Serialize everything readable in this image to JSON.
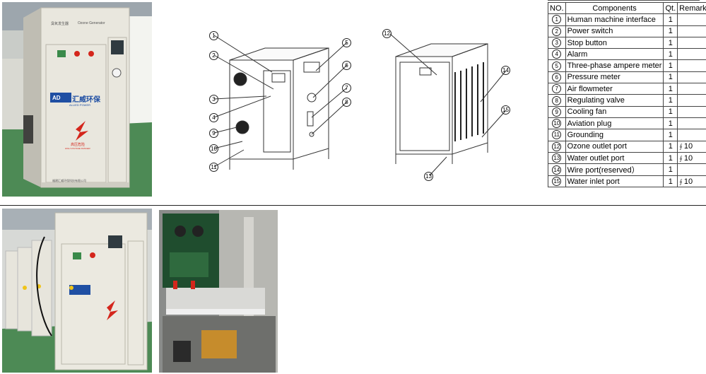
{
  "table": {
    "headers": {
      "no": "NO.",
      "components": "Components",
      "qt": "Qt.",
      "remark": "Remark"
    },
    "rows": [
      {
        "no": "1",
        "name": "Human machine interface",
        "qt": "1",
        "remark": ""
      },
      {
        "no": "2",
        "name": "Power switch",
        "qt": "1",
        "remark": ""
      },
      {
        "no": "3",
        "name": "Stop button",
        "qt": "1",
        "remark": ""
      },
      {
        "no": "4",
        "name": "Alarm",
        "qt": "1",
        "remark": ""
      },
      {
        "no": "5",
        "name": "Three-phase ampere meter",
        "qt": "1",
        "remark": ""
      },
      {
        "no": "6",
        "name": "Pressure meter",
        "qt": "1",
        "remark": ""
      },
      {
        "no": "7",
        "name": "Air flowmeter",
        "qt": "1",
        "remark": ""
      },
      {
        "no": "8",
        "name": "Regulating valve",
        "qt": "1",
        "remark": ""
      },
      {
        "no": "9",
        "name": "Cooling fan",
        "qt": "1",
        "remark": ""
      },
      {
        "no": "10",
        "name": "Aviation plug",
        "qt": "1",
        "remark": ""
      },
      {
        "no": "11",
        "name": "Grounding",
        "qt": "1",
        "remark": ""
      },
      {
        "no": "12",
        "name": "Ozone outlet port",
        "qt": "1",
        "remark": "10"
      },
      {
        "no": "13",
        "name": "Water outlet port",
        "qt": "1",
        "remark": "10"
      },
      {
        "no": "14",
        "name": "Wire port(reserved）",
        "qt": "1",
        "remark": ""
      },
      {
        "no": "15",
        "name": "Water inlet port",
        "qt": "1",
        "remark": "10"
      }
    ]
  },
  "front_diagram_callouts": [
    "1",
    "2",
    "3",
    "4",
    "5",
    "6",
    "7",
    "8",
    "9",
    "10",
    "11"
  ],
  "back_diagram_callouts": [
    "12",
    "13",
    "14",
    "15"
  ],
  "cabinet_label": {
    "header_cn": "臭氧发生器",
    "header_en": "Ozone Generator",
    "brand_logo": "AD",
    "brand_cn": "汇威环保",
    "brand_en": "ALLIED POWER",
    "warning_cn": "高压危险",
    "warning_en": "HIGH VOLTAGE DANGER",
    "footer_cn": "福建汇威环保科技有限公司"
  },
  "colors": {
    "cabinet": "#e9e7de",
    "accent_blue": "#1f4fa3",
    "warning_red": "#d4261c",
    "floor_green": "#4d8a55"
  }
}
